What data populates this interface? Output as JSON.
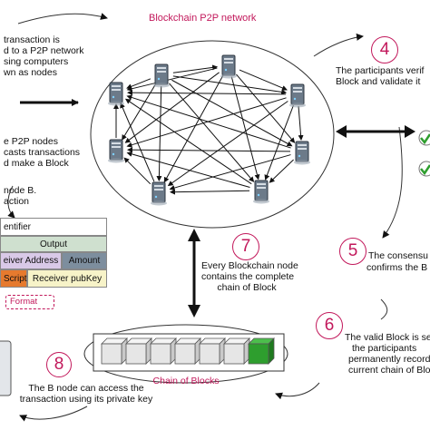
{
  "network": {
    "title": "Blockchain P2P network"
  },
  "step1": {
    "lines": [
      "transaction is",
      "d to a P2P network",
      "sing computers",
      "wn as nodes"
    ]
  },
  "step2": {
    "lines": [
      "e P2P nodes",
      "casts transactions",
      "d make a Block"
    ]
  },
  "step3": {
    "lines": [
      "node B.",
      "action"
    ]
  },
  "tx_format": {
    "identifier": "entifier",
    "output": "Output",
    "receiver_address": "eiver Address",
    "amount": "Amount",
    "script": "Script",
    "receiver_pubkey": "Receiver pubKey",
    "format_label": "Format"
  },
  "step4": {
    "number": "4",
    "lines": [
      "The participants verif",
      "Block and validate it"
    ]
  },
  "step5": {
    "number": "5",
    "lines": [
      "The consensu",
      "confirms the B"
    ]
  },
  "step6": {
    "number": "6",
    "lines": [
      "The valid Block is se",
      "the participants",
      "permanently record",
      "current chain of Blo"
    ]
  },
  "step7": {
    "number": "7",
    "lines": [
      "Every Blockchain node",
      "contains the complete",
      "chain of Block"
    ]
  },
  "step8": {
    "number": "8",
    "lines": [
      "The B node can access the",
      "transaction using its private key"
    ]
  },
  "chain": {
    "label": "Chain of Blocks"
  },
  "colors": {
    "accent": "#c2185b",
    "cube_grey": "#e6e6e6",
    "cube_green": "#2e9e2e",
    "server": "#6c7a89"
  }
}
